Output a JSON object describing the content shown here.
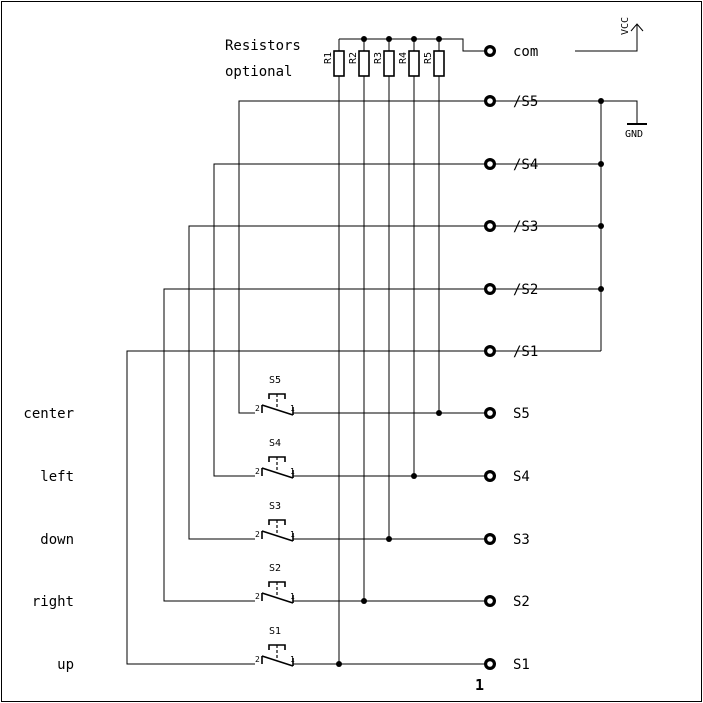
{
  "note": {
    "line1": "Resistors",
    "line2": "optional"
  },
  "power": {
    "vcc": "VCC",
    "gnd": "GND"
  },
  "resistors": [
    "R1",
    "R2",
    "R3",
    "R4",
    "R5"
  ],
  "connector": {
    "pin_labels": [
      "com",
      "/S5",
      "/S4",
      "/S3",
      "/S2",
      "/S1",
      "S5",
      "S4",
      "S3",
      "S2",
      "S1"
    ],
    "pin1_marker": "1"
  },
  "switches": [
    {
      "name": "S5",
      "function": "center",
      "pin_left": "2",
      "pin_right": "1"
    },
    {
      "name": "S4",
      "function": "left",
      "pin_left": "2",
      "pin_right": "1"
    },
    {
      "name": "S3",
      "function": "down",
      "pin_left": "2",
      "pin_right": "1"
    },
    {
      "name": "S2",
      "function": "right",
      "pin_left": "2",
      "pin_right": "1"
    },
    {
      "name": "S1",
      "function": "up",
      "pin_left": "2",
      "pin_right": "1"
    }
  ]
}
